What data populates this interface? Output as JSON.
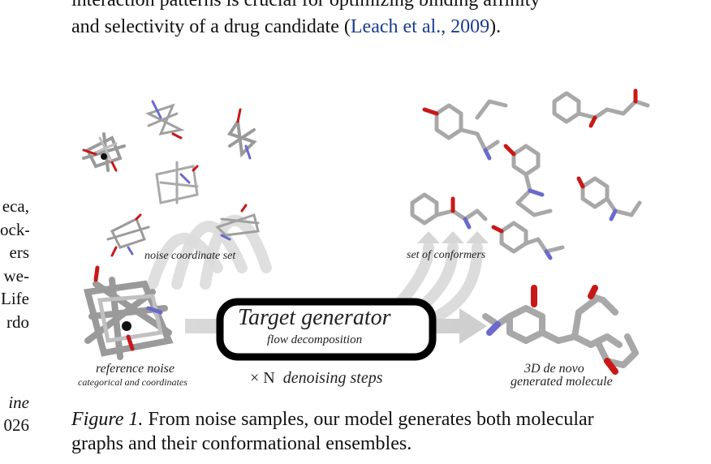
{
  "body": {
    "line1": "interaction patterns is crucial for optimizing binding affinity",
    "line2_pre": "and selectivity of a drug candidate (",
    "line2_cite_author": "Leach et al.",
    "line2_cite_sep": ", ",
    "line2_cite_year": "2009",
    "line2_post": ")."
  },
  "margin_left": {
    "lines": [
      "eca,",
      "ock-",
      "ers",
      "we-",
      "Life",
      "rdo"
    ],
    "lines2": [
      "ine",
      "026"
    ]
  },
  "figure": {
    "label_noise_set": "noise coordinate set",
    "label_conformers": "set of conformers",
    "label_reference_noise": "reference noise",
    "label_reference_sub": "categorical and coordinates",
    "generator_title": "Target  generator",
    "generator_sub": "flow decomposition",
    "steps_prefix": "× N",
    "steps_text": "denoising steps",
    "output_label_line1": "3D de novo",
    "output_label_line2": "generated molecule"
  },
  "caption": {
    "label": "Figure 1.",
    "line1": "From noise samples, our model generates both molecular",
    "line2": "graphs and their conformational ensembles."
  }
}
